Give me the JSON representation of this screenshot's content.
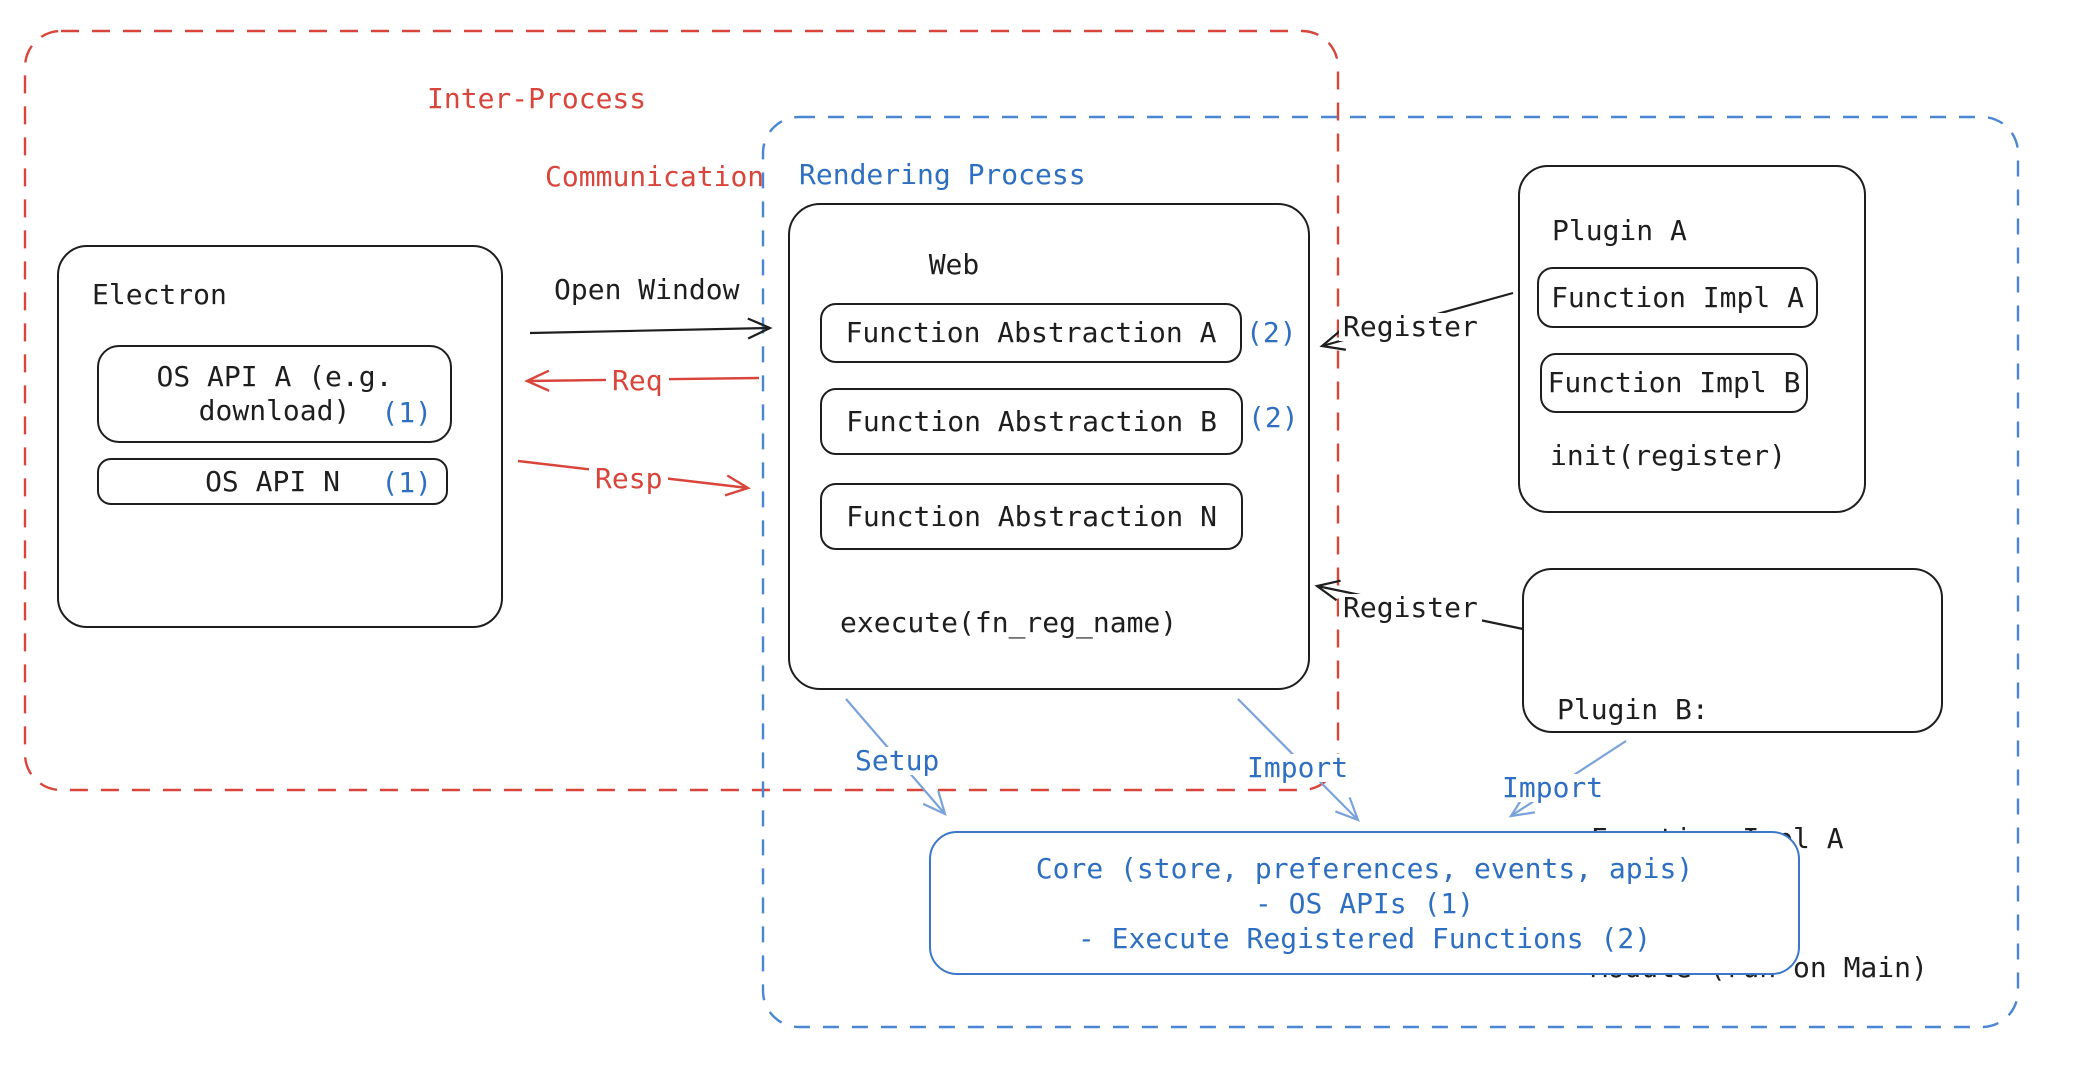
{
  "colors": {
    "ink": "#1e1e1e",
    "red": "#d9453b",
    "blue_text": "#2e6fc1",
    "blue_dash": "#4a86d3",
    "blue_arrow": "#7aa2da"
  },
  "groups": {
    "ipc": {
      "title_line1": "Inter-Process",
      "title_line2": "Communication"
    },
    "rendering": {
      "title": "Rendering Process"
    }
  },
  "electron": {
    "title": "Electron",
    "os_api_a": {
      "line1": "OS API A (e.g.",
      "line2": "download)",
      "badge": "(1)"
    },
    "os_api_n": {
      "label": "OS API N",
      "badge": "(1)"
    }
  },
  "web": {
    "title": "Web",
    "fn_a": {
      "label": "Function Abstraction A",
      "badge": "(2)"
    },
    "fn_b": {
      "label": "Function Abstraction B",
      "badge": "(2)"
    },
    "fn_n": {
      "label": "Function Abstraction N"
    },
    "execute": "execute(fn_reg_name)"
  },
  "plugin_a": {
    "title": "Plugin A",
    "impl_a": "Function Impl A",
    "impl_b": "Function Impl B",
    "init": "init(register)"
  },
  "plugin_b": {
    "line1": "Plugin B:",
    "line2": "- Function Impl A",
    "line3": "- Module (run on Main)"
  },
  "core": {
    "line1": "Core (store, preferences, events, apis)",
    "line2": "- OS APIs (1)",
    "line3": "- Execute Registered Functions (2)"
  },
  "arrows": {
    "open_window": "Open Window",
    "req": "Req",
    "resp": "Resp",
    "register_plugin_a": "Register",
    "register_plugin_b": "Register",
    "setup": "Setup",
    "import_web": "Import",
    "import_plugin_b": "Import"
  }
}
